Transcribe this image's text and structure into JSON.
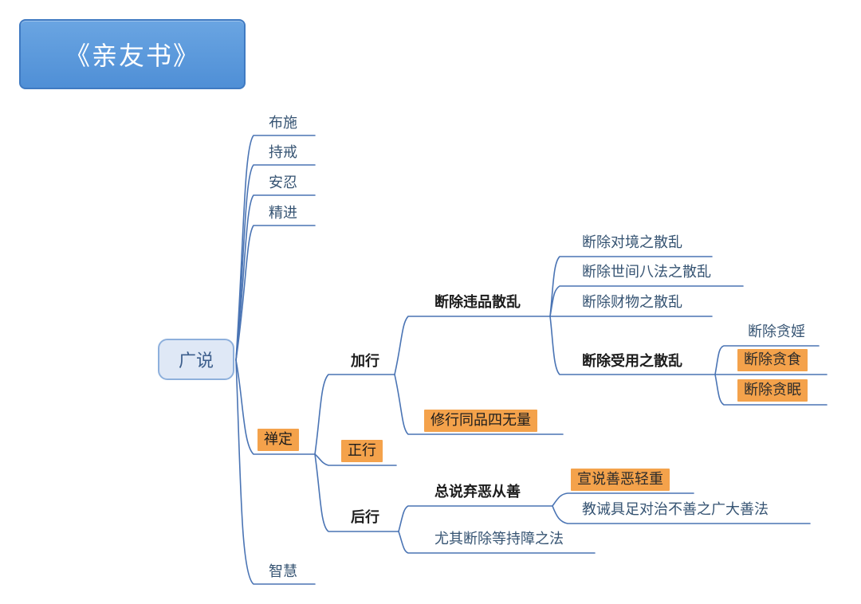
{
  "title": "《亲友书》",
  "root": "广说",
  "branches": {
    "bushi": "布施",
    "chijie": "持戒",
    "anren": "安忍",
    "jingjin": "精进",
    "chanding": "禅定",
    "zhihui": "智慧"
  },
  "chanding": {
    "jiaxing": "加行",
    "zhengxing": "正行",
    "houxing": "后行"
  },
  "jiaxing": {
    "duanchu_weipin": "断除违品散乱",
    "xiuxing": "修行同品四无量"
  },
  "weipin_items": {
    "duijing": "断除对境之散乱",
    "bafa": "断除世间八法之散乱",
    "caiwu": "断除财物之散乱",
    "shouyong": "断除受用之散乱"
  },
  "shouyong_items": {
    "tanyin": "断除贪婬",
    "tanshi": "断除贪食",
    "tanmian": "断除贪眠"
  },
  "houxing": {
    "zongshuo": "总说弃恶从善",
    "youqi": "尤其断除等持障之法"
  },
  "zongshuo_items": {
    "xuanshuo": "宣说善恶轻重",
    "jiaojie": "教诫具足对治不善之广大善法"
  },
  "colors": {
    "line": "#4a74b4",
    "highlight": "#f4a24b",
    "title_fill": "#5b9bdf",
    "root_fill": "#dfe8f6"
  }
}
